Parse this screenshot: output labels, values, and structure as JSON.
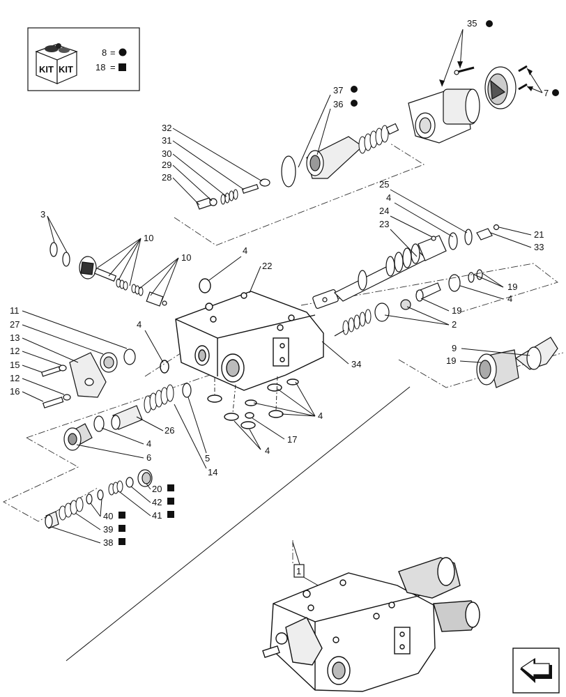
{
  "legend": {
    "kit_icon_label_left": "KIT",
    "kit_icon_label_right": "KIT",
    "row1": {
      "number": "8",
      "eq": "=",
      "marker": "circle"
    },
    "row2": {
      "number": "18",
      "eq": "=",
      "marker": "square"
    }
  },
  "callouts": {
    "c35": "35",
    "c37": "37",
    "c36": "36",
    "c7": "7",
    "c32": "32",
    "c31": "31",
    "c30": "30",
    "c29": "29",
    "c28": "28",
    "c3": "3",
    "c10a": "10",
    "c10b": "10",
    "c25": "25",
    "c4a": "4",
    "c24": "24",
    "c23": "23",
    "c21": "21",
    "c33": "33",
    "c4b": "4",
    "c22": "22",
    "c19a": "19",
    "c4c": "4",
    "c19b": "19",
    "c2": "2",
    "c11": "11",
    "c27": "27",
    "c13": "13",
    "c12a": "12",
    "c15": "15",
    "c12b": "12",
    "c16": "16",
    "c4d": "4",
    "c9": "9",
    "c19c": "19",
    "c34": "34",
    "c26": "26",
    "c4e": "4",
    "c6": "6",
    "c5": "5",
    "c14": "14",
    "c4f": "4",
    "c17": "17",
    "c4g": "4",
    "c20": "20",
    "c42": "42",
    "c41": "41",
    "c40": "40",
    "c39": "39",
    "c38": "38",
    "c1": "1"
  },
  "markers": {
    "c35": "circle",
    "c37": "circle",
    "c36": "circle",
    "c7": "circle",
    "c20": "square",
    "c42": "square",
    "c41": "square",
    "c40": "square",
    "c39": "square",
    "c38": "square"
  }
}
